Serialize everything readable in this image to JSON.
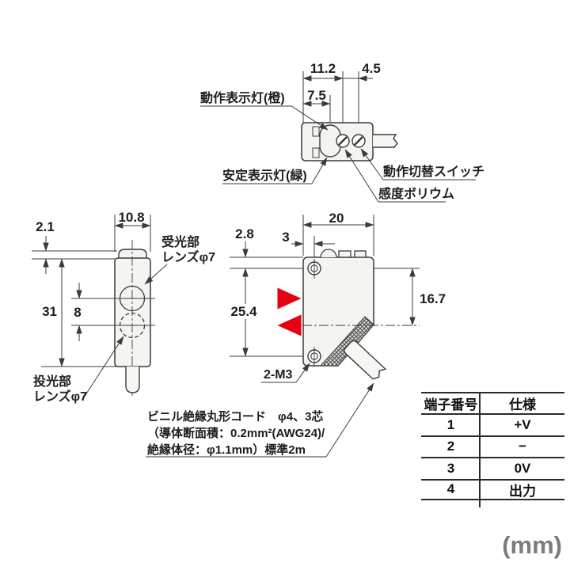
{
  "unit": "(mm)",
  "top_view": {
    "dim_11_2": "11.2",
    "dim_4_5": "4.5",
    "dim_7_5": "7.5",
    "label_operation_indicator": "動作表示灯(橙)",
    "label_stability_indicator": "安定表示灯(緑)",
    "label_mode_switch": "動作切替スイッチ",
    "label_sensitivity_adjuster": "感度ボリウム"
  },
  "front_view": {
    "dim_width": "10.8",
    "dim_cap_height": "2.1",
    "dim_body_height": "31",
    "dim_lens_pitch": "8",
    "label_receiver_line1": "受光部",
    "label_receiver_line2": "レンズφ7",
    "label_emitter_line1": "投光部",
    "label_emitter_line2": "レンズφ7"
  },
  "side_view": {
    "dim_width": "20",
    "dim_top_to_hole": "2.8",
    "dim_edge_to_hole": "3",
    "dim_hole_pitch": "25.4",
    "dim_hole_to_axis": "16.7",
    "label_mounting_holes": "2-M3"
  },
  "cable_note": {
    "line1": "ビニル絶縁丸形コード　φ4、3芯",
    "line2": "（導体断面積：0.2mm²(AWG24)/",
    "line3": "絶縁体径：φ1.1mm）標準2m"
  },
  "terminal_table": {
    "headers": [
      "端子番号",
      "仕様"
    ],
    "rows": [
      [
        "1",
        "+V"
      ],
      [
        "2",
        "−"
      ],
      [
        "3",
        "0V"
      ],
      [
        "4",
        "出力"
      ]
    ]
  },
  "colors": {
    "line": "#3b3b3b",
    "body_fill": "#f4f4f0",
    "beam_arrow_red": "#e60012",
    "unit_text_gray": "#7c7c7c"
  }
}
